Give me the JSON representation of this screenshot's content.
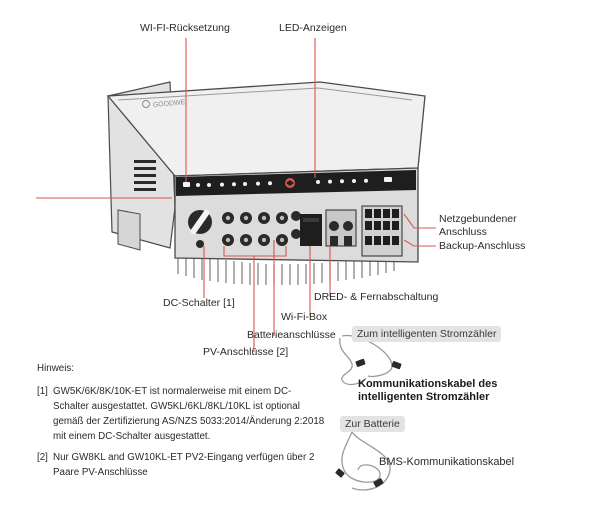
{
  "labels": {
    "wifi_reset": "WI-FI-Rücksetzung",
    "led": "LED-Anzeigen",
    "grid_connection": "Netzgebundener\nAnschluss",
    "backup": "Backup-Anschluss",
    "dred": "DRED- & Fernabschaltung",
    "dc_switch": "DC-Schalter [1]",
    "wifi_box": "Wi-Fi-Box",
    "battery": "Batterieanschlüsse",
    "pv": "PV-Anschlüsse [2]"
  },
  "device": {
    "brand": "GOODWE"
  },
  "pills": {
    "smart_meter": "Zum intelligenten Stromzähler",
    "battery": "Zur Batterie"
  },
  "cables": {
    "meter_cable": "Kommunikationskabel des\nintelligenten Stromzähler",
    "bms_cable": "BMS-Kommunikationskabel"
  },
  "notes": {
    "heading": "Hinweis:",
    "items": [
      {
        "num": "[1]",
        "text": "GW5K/6K/8K/10K-ET ist normalerweise mit einem DC-Schalter ausgestattet. GW5KL/6KL/8KL/10KL ist optional gemäß der Zertifizierung AS/NZS 5033:2014/Änderung 2:2018 mit einem DC-Schalter ausgestattet."
      },
      {
        "num": "[2]",
        "text": "Nur GW8KL and GW10KL-ET PV2-Eingang verfügen über 2 Paare PV-Anschlüsse"
      }
    ]
  },
  "colors": {
    "leader": "#d9574f",
    "body_light": "#e9e9e9",
    "body_mid": "#cfcfcf",
    "body_dark": "#8a8a8a",
    "panel": "#1e1e1e"
  }
}
